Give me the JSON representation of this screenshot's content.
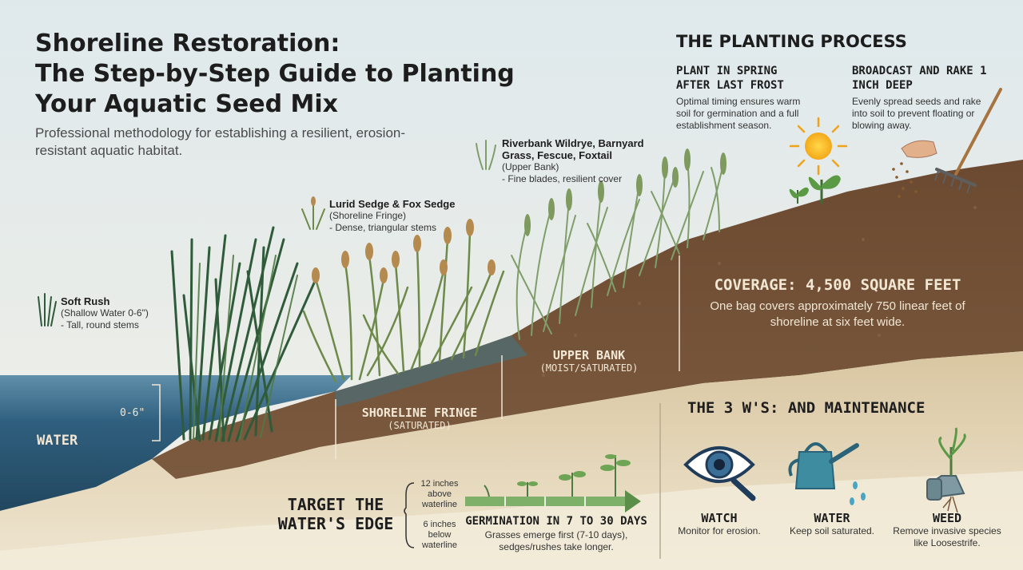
{
  "title": {
    "line1": "Shoreline Restoration:",
    "line2": "The Step-by-Step Guide to Planting",
    "line3": "Your Aquatic Seed Mix"
  },
  "subtitle": "Professional methodology for establishing a resilient, erosion-resistant aquatic habitat.",
  "species": [
    {
      "name": "Soft Rush",
      "zone": "(Shallow Water 0-6\")",
      "note": "- Tall, round stems"
    },
    {
      "name": "Lurid Sedge & Fox Sedge",
      "zone": "(Shoreline Fringe)",
      "note": "- Dense, triangular stems"
    },
    {
      "name": "Riverbank Wildrye, Barnyard Grass, Fescue, Foxtail",
      "zone": "(Upper Bank)",
      "note": "- Fine blades, resilient cover"
    }
  ],
  "zones": {
    "water": "WATER",
    "depth": "0-6\"",
    "fringe": "SHORELINE FRINGE",
    "fringe_sub": "(SATURATED)",
    "upper": "UPPER BANK",
    "upper_sub": "(MOIST/SATURATED)"
  },
  "process": {
    "header": "THE PLANTING PROCESS",
    "step1_title": "PLANT IN SPRING AFTER LAST FROST",
    "step1_text": "Optimal timing ensures warm soil for germination and a full establishment season.",
    "step2_title": "BROADCAST AND RAKE 1 INCH DEEP",
    "step2_text": "Evenly spread seeds and rake into soil to prevent floating or blowing away."
  },
  "coverage": {
    "title": "COVERAGE: 4,500 SQUARE FEET",
    "text": "One bag covers approximately 750 linear feet of shoreline at six feet wide."
  },
  "target": {
    "title": "TARGET THE WATER'S EDGE",
    "above": "12 inches above waterline",
    "below": "6 inches below waterline"
  },
  "germination": {
    "title": "GERMINATION IN 7 TO 30 DAYS",
    "text": "Grasses emerge first (7-10 days), sedges/rushes take longer."
  },
  "maintenance": {
    "header": "THE 3 W'S: AND MAINTENANCE",
    "items": [
      {
        "label": "WATCH",
        "text": "Monitor for erosion.",
        "icon": "eye-magnifier-icon"
      },
      {
        "label": "WATER",
        "text": "Keep soil saturated.",
        "icon": "watering-can-icon"
      },
      {
        "label": "WEED",
        "text": "Remove invasive species like Loosestrife.",
        "icon": "gloved-hand-weed-icon"
      }
    ]
  },
  "colors": {
    "water": "#2f5f7e",
    "soil_dark": "#5a3b26",
    "soil_light": "#c9b48f",
    "sand": "#ede3cd",
    "sky": "#e6eef0",
    "plant": "#4f7a44"
  }
}
